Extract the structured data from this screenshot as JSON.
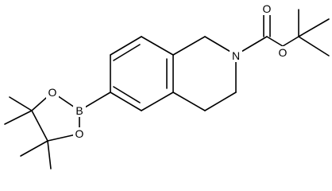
{
  "atom_labels": {
    "oxygen": "O",
    "nitrogen": "N",
    "boron": "B"
  },
  "colors": {
    "bond": "#000000",
    "background": "#ffffff"
  }
}
